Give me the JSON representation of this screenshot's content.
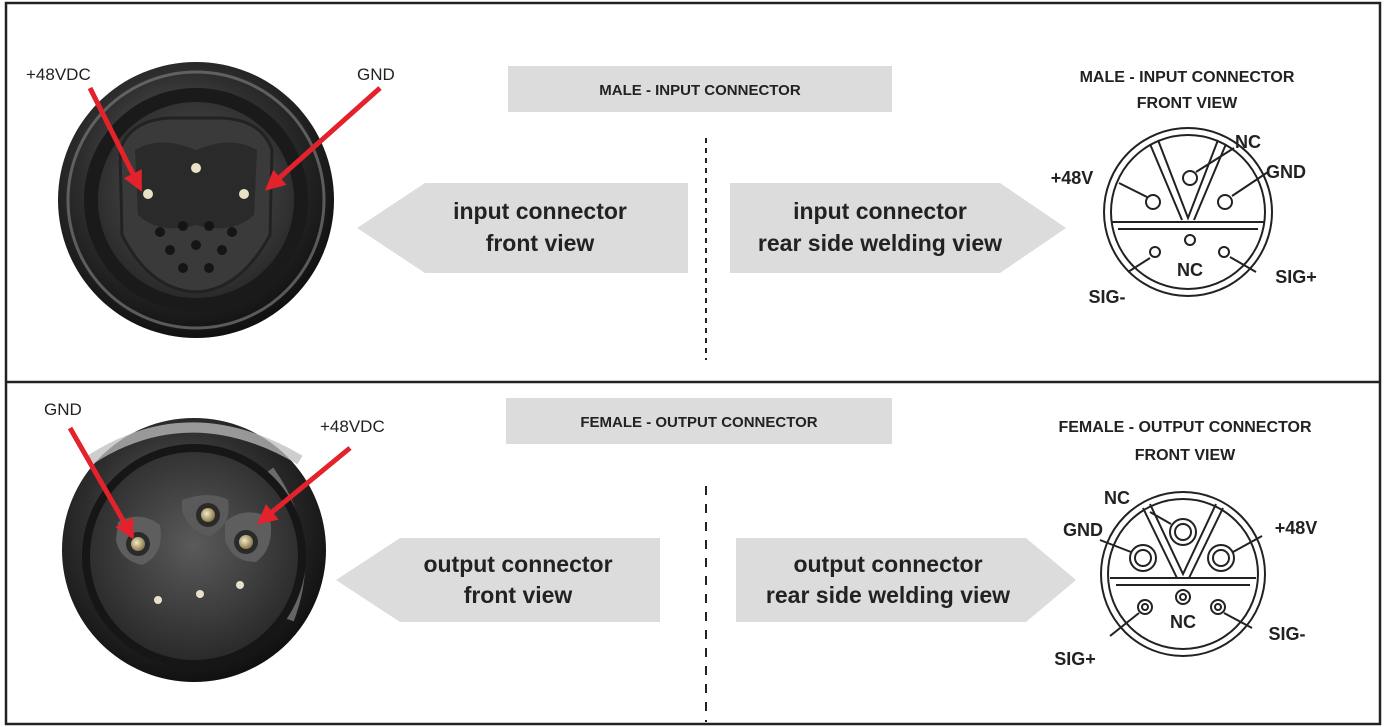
{
  "top": {
    "photo_labels": {
      "power": "+48VDC",
      "ground": "GND"
    },
    "banner": "MALE - INPUT CONNECTOR",
    "left_arrow": {
      "line1": "input connector",
      "line2": "front view"
    },
    "right_arrow": {
      "line1": "input connector",
      "line2": "rear side welding view"
    },
    "diagram_title": {
      "line1": "MALE - INPUT CONNECTOR",
      "line2": "FRONT VIEW"
    },
    "pins": {
      "nc_top": "NC",
      "gnd": "GND",
      "power": "+48V",
      "nc_bottom": "NC",
      "sig_minus": "SIG-",
      "sig_plus": "SIG+"
    }
  },
  "bottom": {
    "photo_labels": {
      "ground": "GND",
      "power": "+48VDC"
    },
    "banner": "FEMALE - OUTPUT CONNECTOR",
    "left_arrow": {
      "line1": "output connector",
      "line2": "front view"
    },
    "right_arrow": {
      "line1": "output connector",
      "line2": "rear side welding view"
    },
    "diagram_title": {
      "line1": "FEMALE - OUTPUT CONNECTOR",
      "line2": "FRONT VIEW"
    },
    "pins": {
      "nc_top": "NC",
      "gnd": "GND",
      "power": "+48V",
      "nc_bottom": "NC",
      "sig_plus": "SIG+",
      "sig_minus": "SIG-"
    }
  },
  "colors": {
    "arrow_red": "#e3222b",
    "banner_gray": "#dcdcdc",
    "border": "#222222"
  }
}
